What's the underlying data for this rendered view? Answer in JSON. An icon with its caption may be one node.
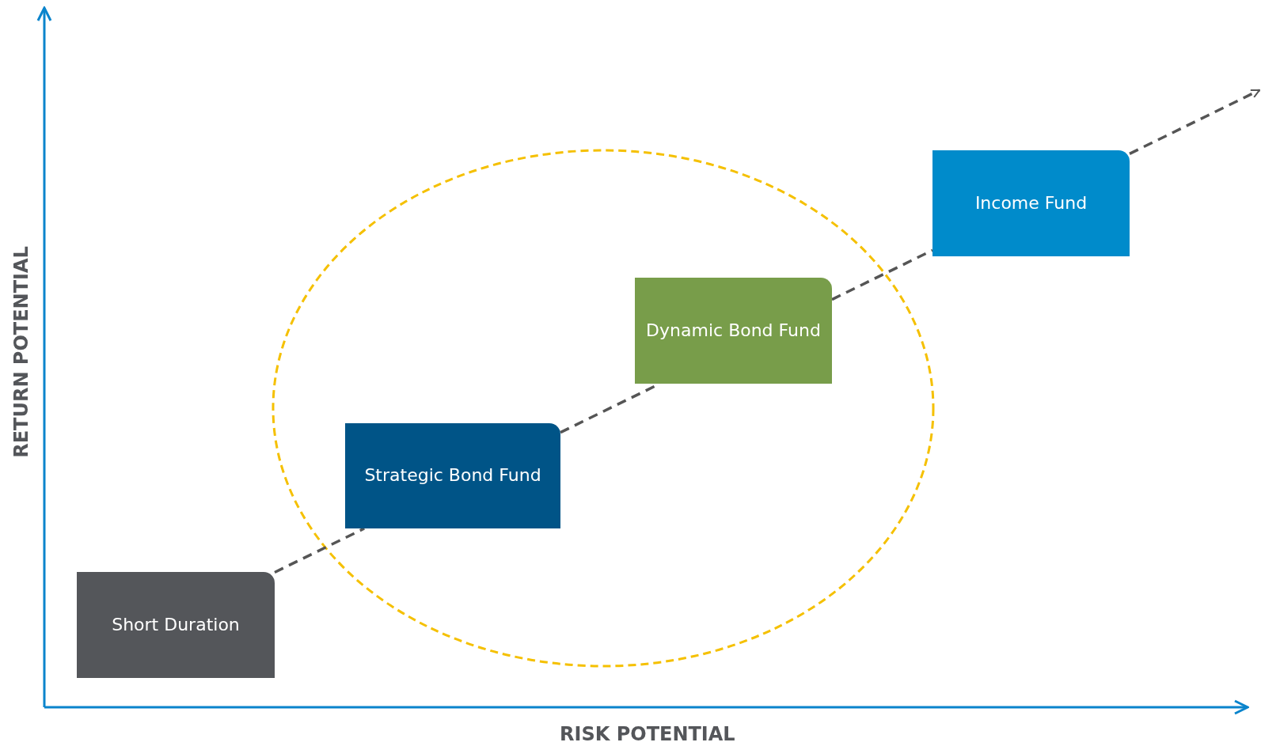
{
  "diagram": {
    "nodes": [
      {
        "text": [
          "Short Duration"
        ]
      },
      {
        "text": [
          "Strategic Bond Fund"
        ]
      },
      {
        "text": [
          "Dynamic Bond Fund"
        ]
      },
      {
        "text": [
          "Income Fund"
        ]
      }
    ],
    "edges": [
      {
        "from": 0,
        "to": 1,
        "arrow": "none",
        "style": "dashed"
      },
      {
        "from": 1,
        "to": 2,
        "arrow": "none",
        "style": "dashed"
      },
      {
        "from": 2,
        "to": 3,
        "arrow": "none",
        "style": "dashed"
      },
      {
        "from": 3,
        "to": null,
        "arrow": "to",
        "style": "dashed"
      }
    ],
    "labels": [
      "RETURN POTENTIAL",
      "RISK POTENTIAL"
    ]
  }
}
